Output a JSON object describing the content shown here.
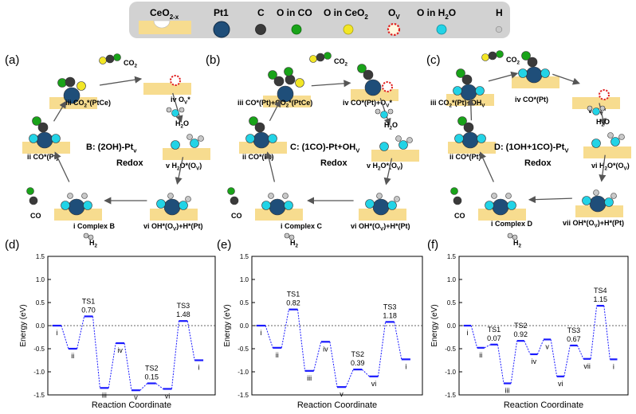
{
  "legend": {
    "items": [
      {
        "label": "CeO",
        "sub": "2-x",
        "icon": "ceria-surface-vacancy-icon"
      },
      {
        "label": "Pt1",
        "sub": "",
        "icon": "pt-atom-icon",
        "color": "#1f4e79"
      },
      {
        "label": "C",
        "sub": "",
        "icon": "carbon-atom-icon",
        "color": "#3a3a3a"
      },
      {
        "label": "O in CO",
        "sub": "",
        "icon": "oxygen-co-atom-icon",
        "color": "#19a319"
      },
      {
        "label": "O in CeO",
        "sub": "2",
        "icon": "oxygen-ceo2-atom-icon",
        "color": "#f2e626"
      },
      {
        "label": "O",
        "sub": "V",
        "icon": "oxygen-vacancy-icon",
        "color": "#e02020"
      },
      {
        "label": "O in H",
        "sub": "2",
        "post": "O",
        "icon": "oxygen-h2o-atom-icon",
        "color": "#22d3e6"
      },
      {
        "label": "H",
        "sub": "",
        "icon": "hydrogen-atom-icon",
        "color": "#c8c8c8"
      }
    ]
  },
  "cycles": [
    {
      "panel": "(a)",
      "center_title": "B: (2OH)-Pt",
      "center_sub": "v",
      "center_redox": "Redox",
      "states": [
        {
          "label": "iii  CO",
          "sub": "2",
          "rest": "*(PtCe)"
        },
        {
          "label": "iv  O",
          "sub": "V",
          "rest": "*"
        },
        {
          "label": "v  H",
          "sub": "2",
          "rest": "O*(O",
          "sub2": "V",
          "rest2": ")"
        },
        {
          "label": "vi  OH*(O",
          "sub": "V",
          "rest": ")+H*(Pt)"
        },
        {
          "label": "i  Complex B"
        },
        {
          "label": "ii  CO*(Pt)"
        }
      ],
      "molecules": {
        "co2": "CO",
        "co2_sub": "2",
        "h2o": "H",
        "h2o_sub": "2",
        "h2o_rest": "O",
        "h2": "H",
        "h2_sub": "2",
        "co": "CO"
      }
    },
    {
      "panel": "(b)",
      "center_title": "C: (1CO)-Pt+OH",
      "center_sub": "V",
      "center_redox": "Redox",
      "states": [
        {
          "label": "iii  CO*(Pt)+CO",
          "sub": "2",
          "rest": "*(PtCe)"
        },
        {
          "label": "iv  CO*(Pt)+O",
          "sub": "V",
          "rest": "*"
        },
        {
          "label": "v  H",
          "sub": "2",
          "rest": "O*(O",
          "sub2": "V",
          "rest2": ")"
        },
        {
          "label": "vi  OH*(O",
          "sub": "V",
          "rest": ")+H*(Pt)"
        },
        {
          "label": "i  Complex C"
        },
        {
          "label": "ii  CO*(Pt)"
        }
      ],
      "molecules": {
        "co2": "CO",
        "co2_sub": "2",
        "h2o": "H",
        "h2o_sub": "2",
        "h2o_rest": "O",
        "h2": "H",
        "h2_sub": "2",
        "co": "CO"
      }
    },
    {
      "panel": "(c)",
      "center_title": "D: (1OH+1CO)-Pt",
      "center_sub": "V",
      "center_redox": "Redox",
      "states": [
        {
          "label": "iii  CO",
          "sub": "2",
          "rest": "*(Pt)+OH",
          "sub2": "V",
          "rest2": ""
        },
        {
          "label": "iv  CO*(Pt)"
        },
        {
          "label": "v  O",
          "sub": "V",
          "rest": "*"
        },
        {
          "label": "vi  H",
          "sub": "2",
          "rest": "O*(O",
          "sub2": "V",
          "rest2": ")"
        },
        {
          "label": "vii  OH*(O",
          "sub": "V",
          "rest": ")+H*(Pt)"
        },
        {
          "label": "i  Complex D"
        },
        {
          "label": "ii  CO*(Pt)"
        }
      ],
      "molecules": {
        "co2": "CO",
        "co2_sub": "2",
        "h2o": "H",
        "h2o_sub": "2",
        "h2o_rest": "O",
        "h2": "H",
        "h2_sub": "2",
        "co": "CO"
      }
    }
  ],
  "chart_data": [
    {
      "panel": "(d)",
      "type": "line",
      "ylabel": "Energy (eV)",
      "xlabel": "Reaction Coordinate",
      "ylim": [
        -1.5,
        1.5
      ],
      "yticks": [
        -1.5,
        -1.0,
        -0.5,
        0.0,
        0.5,
        1.0,
        1.5
      ],
      "ytick_labels": [
        "-1.5",
        "-1.0",
        "-0.5",
        "0.0",
        "0.5",
        "1.0",
        "1.5"
      ],
      "levels": [
        {
          "label": "i",
          "energy": 0.0
        },
        {
          "label": "ii",
          "energy": -0.5
        },
        {
          "label": "TS1",
          "energy": 0.2,
          "barrier": "0.70"
        },
        {
          "label": "iii",
          "energy": -1.35
        },
        {
          "label": "iv",
          "energy": -0.38
        },
        {
          "label": "v",
          "energy": -1.4
        },
        {
          "label": "TS2",
          "energy": -1.25,
          "barrier": "0.15"
        },
        {
          "label": "vi",
          "energy": -1.37
        },
        {
          "label": "TS3",
          "energy": 0.1,
          "barrier": "1.48"
        },
        {
          "label": "i",
          "energy": -0.75
        }
      ]
    },
    {
      "panel": "(e)",
      "type": "line",
      "ylabel": "Energy (eV)",
      "xlabel": "Reaction Coordinate",
      "ylim": [
        -1.5,
        1.5
      ],
      "yticks": [
        -1.5,
        -1.0,
        -0.5,
        0.0,
        0.5,
        1.0,
        1.5
      ],
      "ytick_labels": [
        "-1.5",
        "-1.0",
        "-0.5",
        "0.0",
        "0.5",
        "1.0",
        "1.5"
      ],
      "levels": [
        {
          "label": "i",
          "energy": 0.0
        },
        {
          "label": "ii",
          "energy": -0.48
        },
        {
          "label": "TS1",
          "energy": 0.35,
          "barrier": "0.82"
        },
        {
          "label": "iii",
          "energy": -0.98
        },
        {
          "label": "iv",
          "energy": -0.35
        },
        {
          "label": "v",
          "energy": -1.33
        },
        {
          "label": "TS2",
          "energy": -0.95,
          "barrier": "0.39"
        },
        {
          "label": "vi",
          "energy": -1.1
        },
        {
          "label": "TS3",
          "energy": 0.08,
          "barrier": "1.18"
        },
        {
          "label": "i",
          "energy": -0.73
        }
      ]
    },
    {
      "panel": "(f)",
      "type": "line",
      "ylabel": "Energy (eV)",
      "xlabel": "Reaction Coordinate",
      "ylim": [
        -1.5,
        1.5
      ],
      "yticks": [
        -1.5,
        -1.0,
        -0.5,
        0.0,
        0.5,
        1.0,
        1.5
      ],
      "ytick_labels": [
        "-1.5",
        "-1.0",
        "-0.5",
        "0.0",
        "0.5",
        "1.0",
        "1.5"
      ],
      "levels": [
        {
          "label": "i",
          "energy": 0.0
        },
        {
          "label": "ii",
          "energy": -0.48
        },
        {
          "label": "TS1",
          "energy": -0.41,
          "barrier": "0.07"
        },
        {
          "label": "iii",
          "energy": -1.25
        },
        {
          "label": "TS2",
          "energy": -0.33,
          "barrier": "0.92"
        },
        {
          "label": "iv",
          "energy": -0.62
        },
        {
          "label": "v",
          "energy": -0.3
        },
        {
          "label": "vi",
          "energy": -1.1
        },
        {
          "label": "TS3",
          "energy": -0.43,
          "barrier": "0.67"
        },
        {
          "label": "vii",
          "energy": -0.72
        },
        {
          "label": "TS4",
          "energy": 0.43,
          "barrier": "1.15"
        },
        {
          "label": "i",
          "energy": -0.73
        }
      ]
    }
  ]
}
